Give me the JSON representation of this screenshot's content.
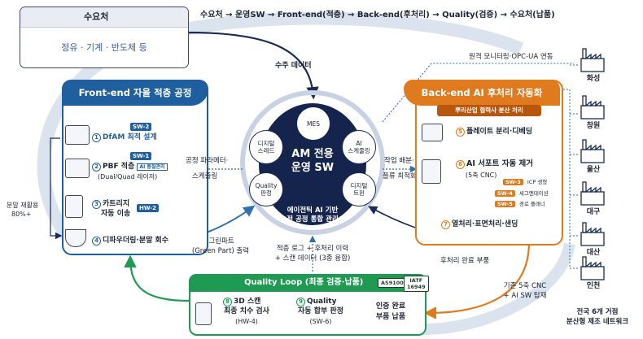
{
  "flow_title": "수요처 → 운영SW → Front-end(적층) → Back-end(후처리) → Quality(검증) → 수요처(납품)",
  "demand": {
    "title": "수요처",
    "items": "정유 · 기계 · 반도체 등"
  },
  "labels": {
    "order_data": "수주 데이터",
    "remote": "원격 모니터링·OPC-UA 연동",
    "process_param_1": "공정 파라메터·",
    "process_param_2": "스케줄링",
    "work_dist_1": "작업 배분·",
    "work_dist_2": "플류 최적화",
    "green_1": "그린파트",
    "green_2": "(Green Part) 출력",
    "log_1": "적층 로그 + 후처리 이력",
    "log_2": "+ 스캔 데이터 (3종 융합)",
    "post_done": "후처리 완료 부품",
    "cnc_1": "기존 5축 CNC",
    "cnc_2": "+ AI SW 탑재",
    "powder_1": "분말 재활용",
    "powder_2": "80%+",
    "sites_1": "전국 6개 거점",
    "sites_2": "분산형 제조 네트워크"
  },
  "center": {
    "title_1": "AM 전용",
    "title_2": "운영 SW",
    "sub_1": "에이전틱 AI 기반",
    "sub_2": "전 공정 통합 관리",
    "nodes": {
      "mes": "MES",
      "twin_l1": "디지털",
      "twin_l2": "스레드",
      "ai_1": "AI",
      "ai_2": "스케줄링",
      "quality_1": "Quality",
      "quality_2": "판정",
      "twin_r1": "디지털",
      "twin_r2": "트윈"
    }
  },
  "front": {
    "title": "Front-end 자율 적층 공정",
    "s1": {
      "num": "1",
      "label": "DfAM 최적 설계",
      "badge": "SW-2"
    },
    "s2": {
      "num": "2",
      "label": "PBF 적층",
      "sub": "(Dual/Quad 레이저)",
      "badge_top": "SW-1",
      "badge_note": "AI 품질관리"
    },
    "s3": {
      "num": "3",
      "label_1": "카트리지",
      "label_2": "자동 이송",
      "badge": "HW-2"
    },
    "s4": {
      "num": "4",
      "label": "디파우더링·분말 회수"
    }
  },
  "back": {
    "title": "Back-end AI 후처리 자동화",
    "sub": "뿌리산업 협력사 분산 처리",
    "s5": {
      "num": "5",
      "label": "플레이트 분리·디베딩"
    },
    "s6": {
      "num": "6",
      "label": "AI 서포트 자동 제거",
      "sub": "(5축 CNC)",
      "b1": "SW-3",
      "n1": "ICP 생형",
      "b2": "SW-4",
      "n2": "세그멘테이션",
      "b3": "SW-5",
      "n3": "경로 플래너"
    },
    "s7": {
      "num": "7",
      "label": "열처리·표면처리·샌딩"
    }
  },
  "quality": {
    "title": "Quality Loop (최종 검증·납품)",
    "cert1": "AS9100",
    "cert2_1": "IATF",
    "cert2_2": "16949",
    "s8": {
      "num": "8",
      "label_1": "3D 스캔",
      "label_2": "최종 치수 검사",
      "label_3": "(HW-4)"
    },
    "s9": {
      "num": "9",
      "label_1": "Quality",
      "label_2": "자동 합부 판정",
      "label_3": "(SW-6)"
    },
    "final_1": "인증 완료",
    "final_2": "부품 납품"
  },
  "cities": [
    "화성",
    "창원",
    "울산",
    "대구",
    "대산",
    "인천"
  ],
  "colors": {
    "front": "#1f5f9e",
    "back": "#e07a1e",
    "quality": "#1f9a52",
    "hub": "#14244d"
  }
}
